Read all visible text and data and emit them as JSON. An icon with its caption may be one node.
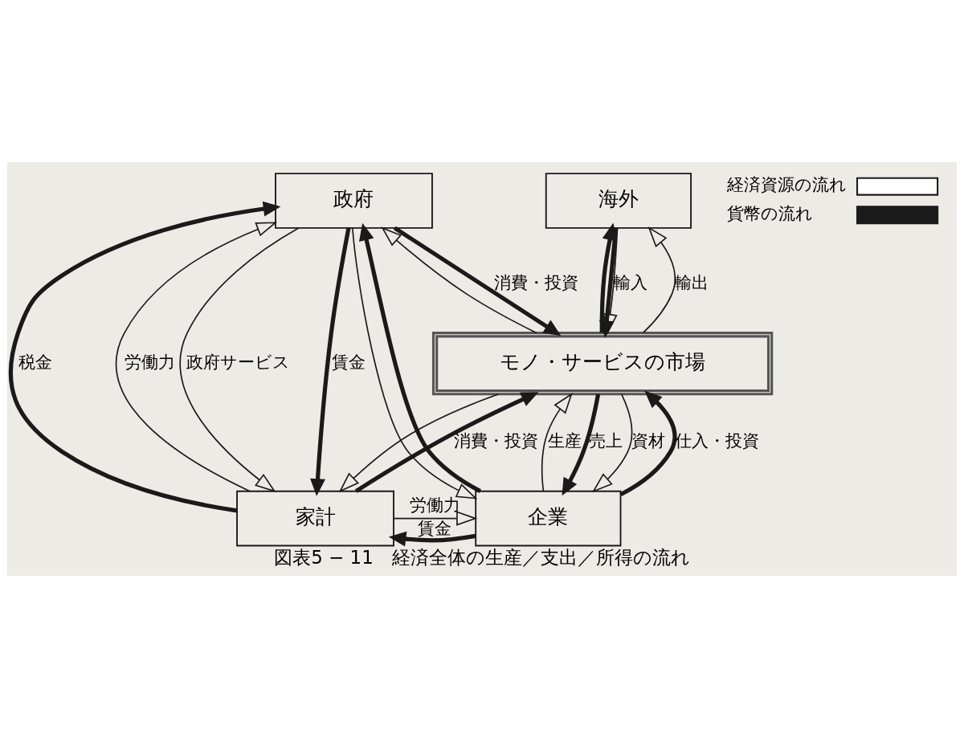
{
  "diagram": {
    "caption": "図表5 − 11　経済全体の生産／支出／所得の流れ",
    "nodes": [
      {
        "text": [
          "政府"
        ]
      },
      {
        "text": [
          "海外"
        ]
      },
      {
        "text": [
          "モノ・サービスの市場"
        ]
      },
      {
        "text": [
          "家計"
        ]
      },
      {
        "text": [
          "企業"
        ]
      }
    ],
    "edges": [
      {
        "from": 0,
        "to": 2,
        "arrow": "to",
        "label": "消費・投資",
        "style": "thick"
      },
      {
        "from": 2,
        "to": 0,
        "arrow": "to"
      },
      {
        "from": 2,
        "to": 1,
        "arrow": "to",
        "label": "輸出"
      },
      {
        "from": 1,
        "to": 2,
        "arrow": "to",
        "style": "thick"
      },
      {
        "from": 1,
        "to": 2,
        "arrow": "to",
        "label": "輸入"
      },
      {
        "from": 2,
        "to": 1,
        "arrow": "to",
        "style": "thick"
      },
      {
        "from": 3,
        "to": 0,
        "arrow": "to",
        "label": "税金",
        "style": "thick"
      },
      {
        "from": 4,
        "to": 0,
        "arrow": "to",
        "style": "thick"
      },
      {
        "from": 0,
        "to": 3,
        "arrow": "to",
        "label": "政府サービス"
      },
      {
        "from": 0,
        "to": 4,
        "arrow": "to"
      },
      {
        "from": 3,
        "to": 0,
        "arrow": "to",
        "label": "労働力"
      },
      {
        "from": 0,
        "to": 3,
        "arrow": "to",
        "label": "賃金",
        "style": "thick"
      },
      {
        "from": 2,
        "to": 3,
        "arrow": "to"
      },
      {
        "from": 3,
        "to": 2,
        "arrow": "to",
        "label": "消費・投資",
        "style": "thick"
      },
      {
        "from": 4,
        "to": 2,
        "arrow": "to",
        "label": "生産"
      },
      {
        "from": 2,
        "to": 4,
        "arrow": "to",
        "label": "売上",
        "style": "thick"
      },
      {
        "from": 2,
        "to": 4,
        "arrow": "to",
        "label": "資材"
      },
      {
        "from": 4,
        "to": 2,
        "arrow": "to",
        "label": "仕入・投資",
        "style": "thick"
      },
      {
        "from": 3,
        "to": 4,
        "arrow": "to",
        "label": "労働力"
      },
      {
        "from": 4,
        "to": 3,
        "arrow": "to",
        "label": "賃金",
        "style": "thick"
      }
    ],
    "legend": [
      {
        "text": "経済資源の流れ"
      },
      {
        "text": "貨幣の流れ"
      }
    ]
  }
}
